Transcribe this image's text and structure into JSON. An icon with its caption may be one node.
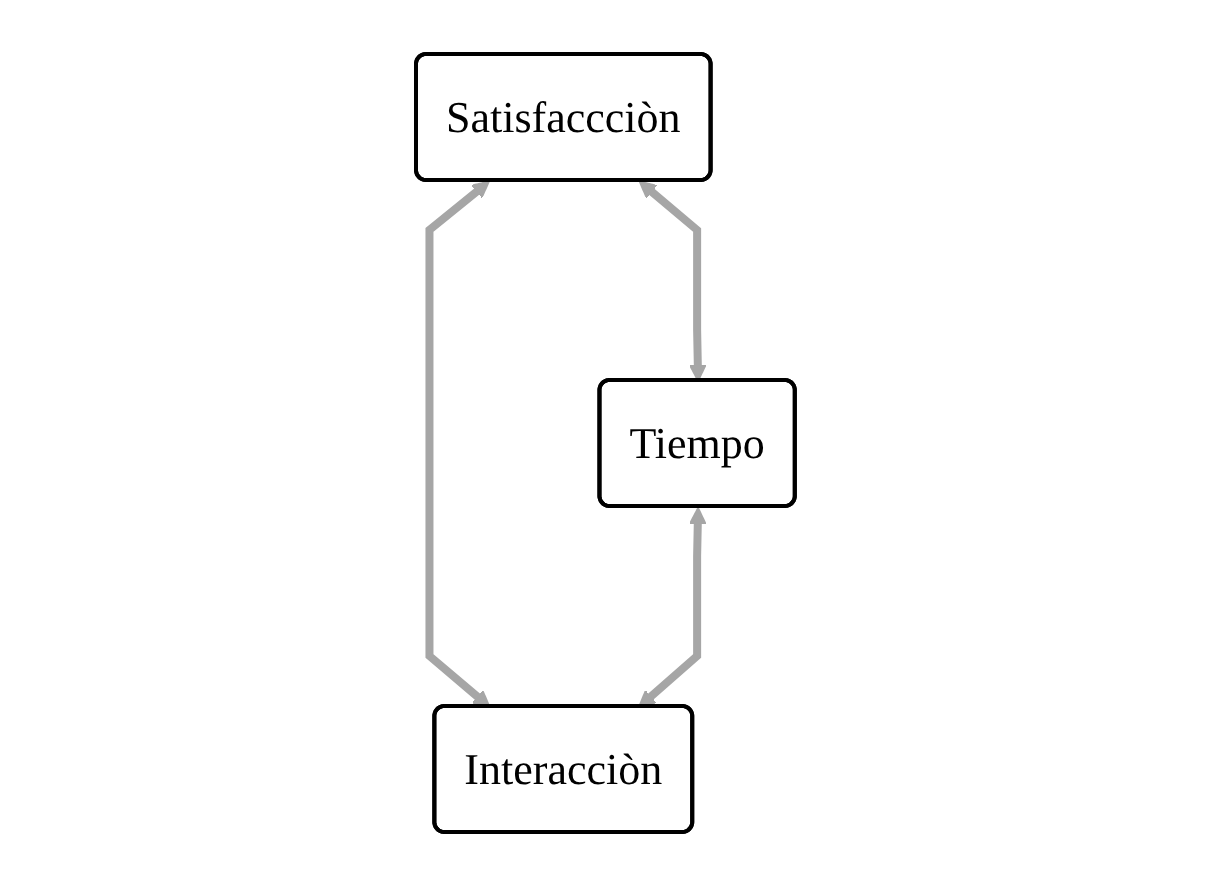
{
  "diagram": {
    "nodes": [
      {
        "text": [
          "Satisfaccciòn"
        ]
      },
      {
        "text": [
          "Tiempo"
        ]
      },
      {
        "text": [
          "Interacciòn"
        ]
      }
    ],
    "edges": [
      {
        "from": 0,
        "to": 1,
        "arrow": "both"
      },
      {
        "from": 0,
        "to": 2,
        "arrow": "both"
      },
      {
        "from": 1,
        "to": 2,
        "arrow": "both"
      }
    ]
  }
}
